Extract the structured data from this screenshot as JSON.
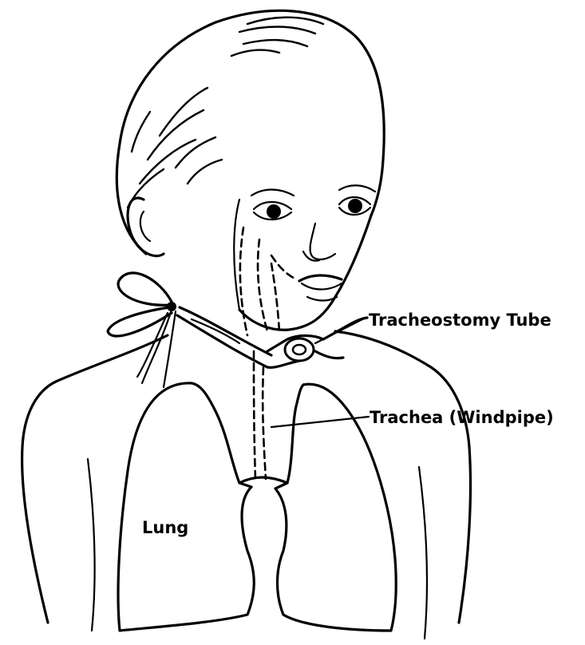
{
  "labels": {
    "tracheostomy_tube": "Tracheostomy Tube",
    "trachea": "Trachea (Windpipe)",
    "lung": "Lung"
  }
}
